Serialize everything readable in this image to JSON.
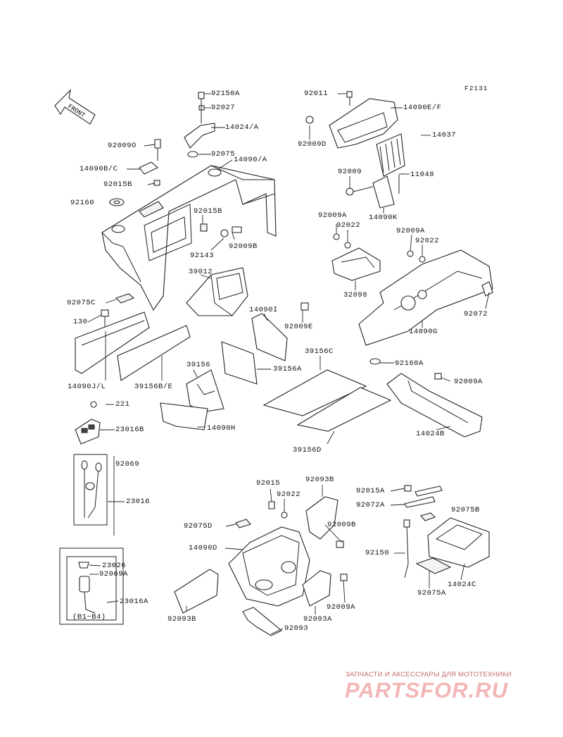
{
  "diagram": {
    "code": "F2131",
    "front_label": "FRONT",
    "labels": {
      "p92150A": "92150A",
      "p92027": "92027",
      "p14024A": "14024/A",
      "p92075": "92075",
      "p14090A": "14090/A",
      "p92009O": "92009O",
      "p14090BC": "14090B/C",
      "p92015B_1": "92015B",
      "p92160": "92160",
      "p92015B_2": "92015B",
      "p92009B_1": "92009B",
      "p92143": "92143",
      "p92011": "92011",
      "p14090EF": "14090E/F",
      "p92009D": "92009D",
      "p14037": "14037",
      "p92009": "92009",
      "p11048": "11048",
      "p14090K": "14090K",
      "p92009A_1": "92009A",
      "p92022_1": "92022",
      "p92009A_2": "92009A",
      "p92022_2": "92022",
      "p32098": "32098",
      "p92072": "92072",
      "p14090G": "14090G",
      "p39012": "39012",
      "p92075C": "92075C",
      "p14090I": "14090I",
      "p92009E": "92009E",
      "p130": "130",
      "p39156C": "39156C",
      "p92160A": "92160A",
      "p39156A": "39156A",
      "p92009A_3": "92009A",
      "p14090JL": "14090J/L",
      "p39156BE": "39156B/E",
      "p39156": "39156",
      "p221": "221",
      "p23016B": "23016B",
      "p14090H": "14090H",
      "p14024B": "14024B",
      "p39156D": "39156D",
      "p92069": "92069",
      "p23016": "23016",
      "p92015": "92015",
      "p92093B_1": "92093B",
      "p92022_3": "92022",
      "p92015A": "92015A",
      "p92072A": "92072A",
      "p92075B": "92075B",
      "p92009B_2": "92009B",
      "p92075D": "92075D",
      "p14090D": "14090D",
      "p92150": "92150",
      "p23026": "23026",
      "p92069A": "92069A",
      "p23016A": "23016A",
      "pB1B4": "(B1~B4)",
      "p92009A_4": "92009A",
      "p92075A": "92075A",
      "p14024C": "14024C",
      "p92093B_2": "92093B",
      "p92093A": "92093A",
      "p92093": "92093"
    }
  },
  "watermark": {
    "subtitle": "ЗАПЧАСТИ И АКСЕССУАРЫ ДЛЯ МОТОТЕХНИКИ",
    "brand": "PARTSFOR.RU",
    "color": "#e89a9a"
  }
}
